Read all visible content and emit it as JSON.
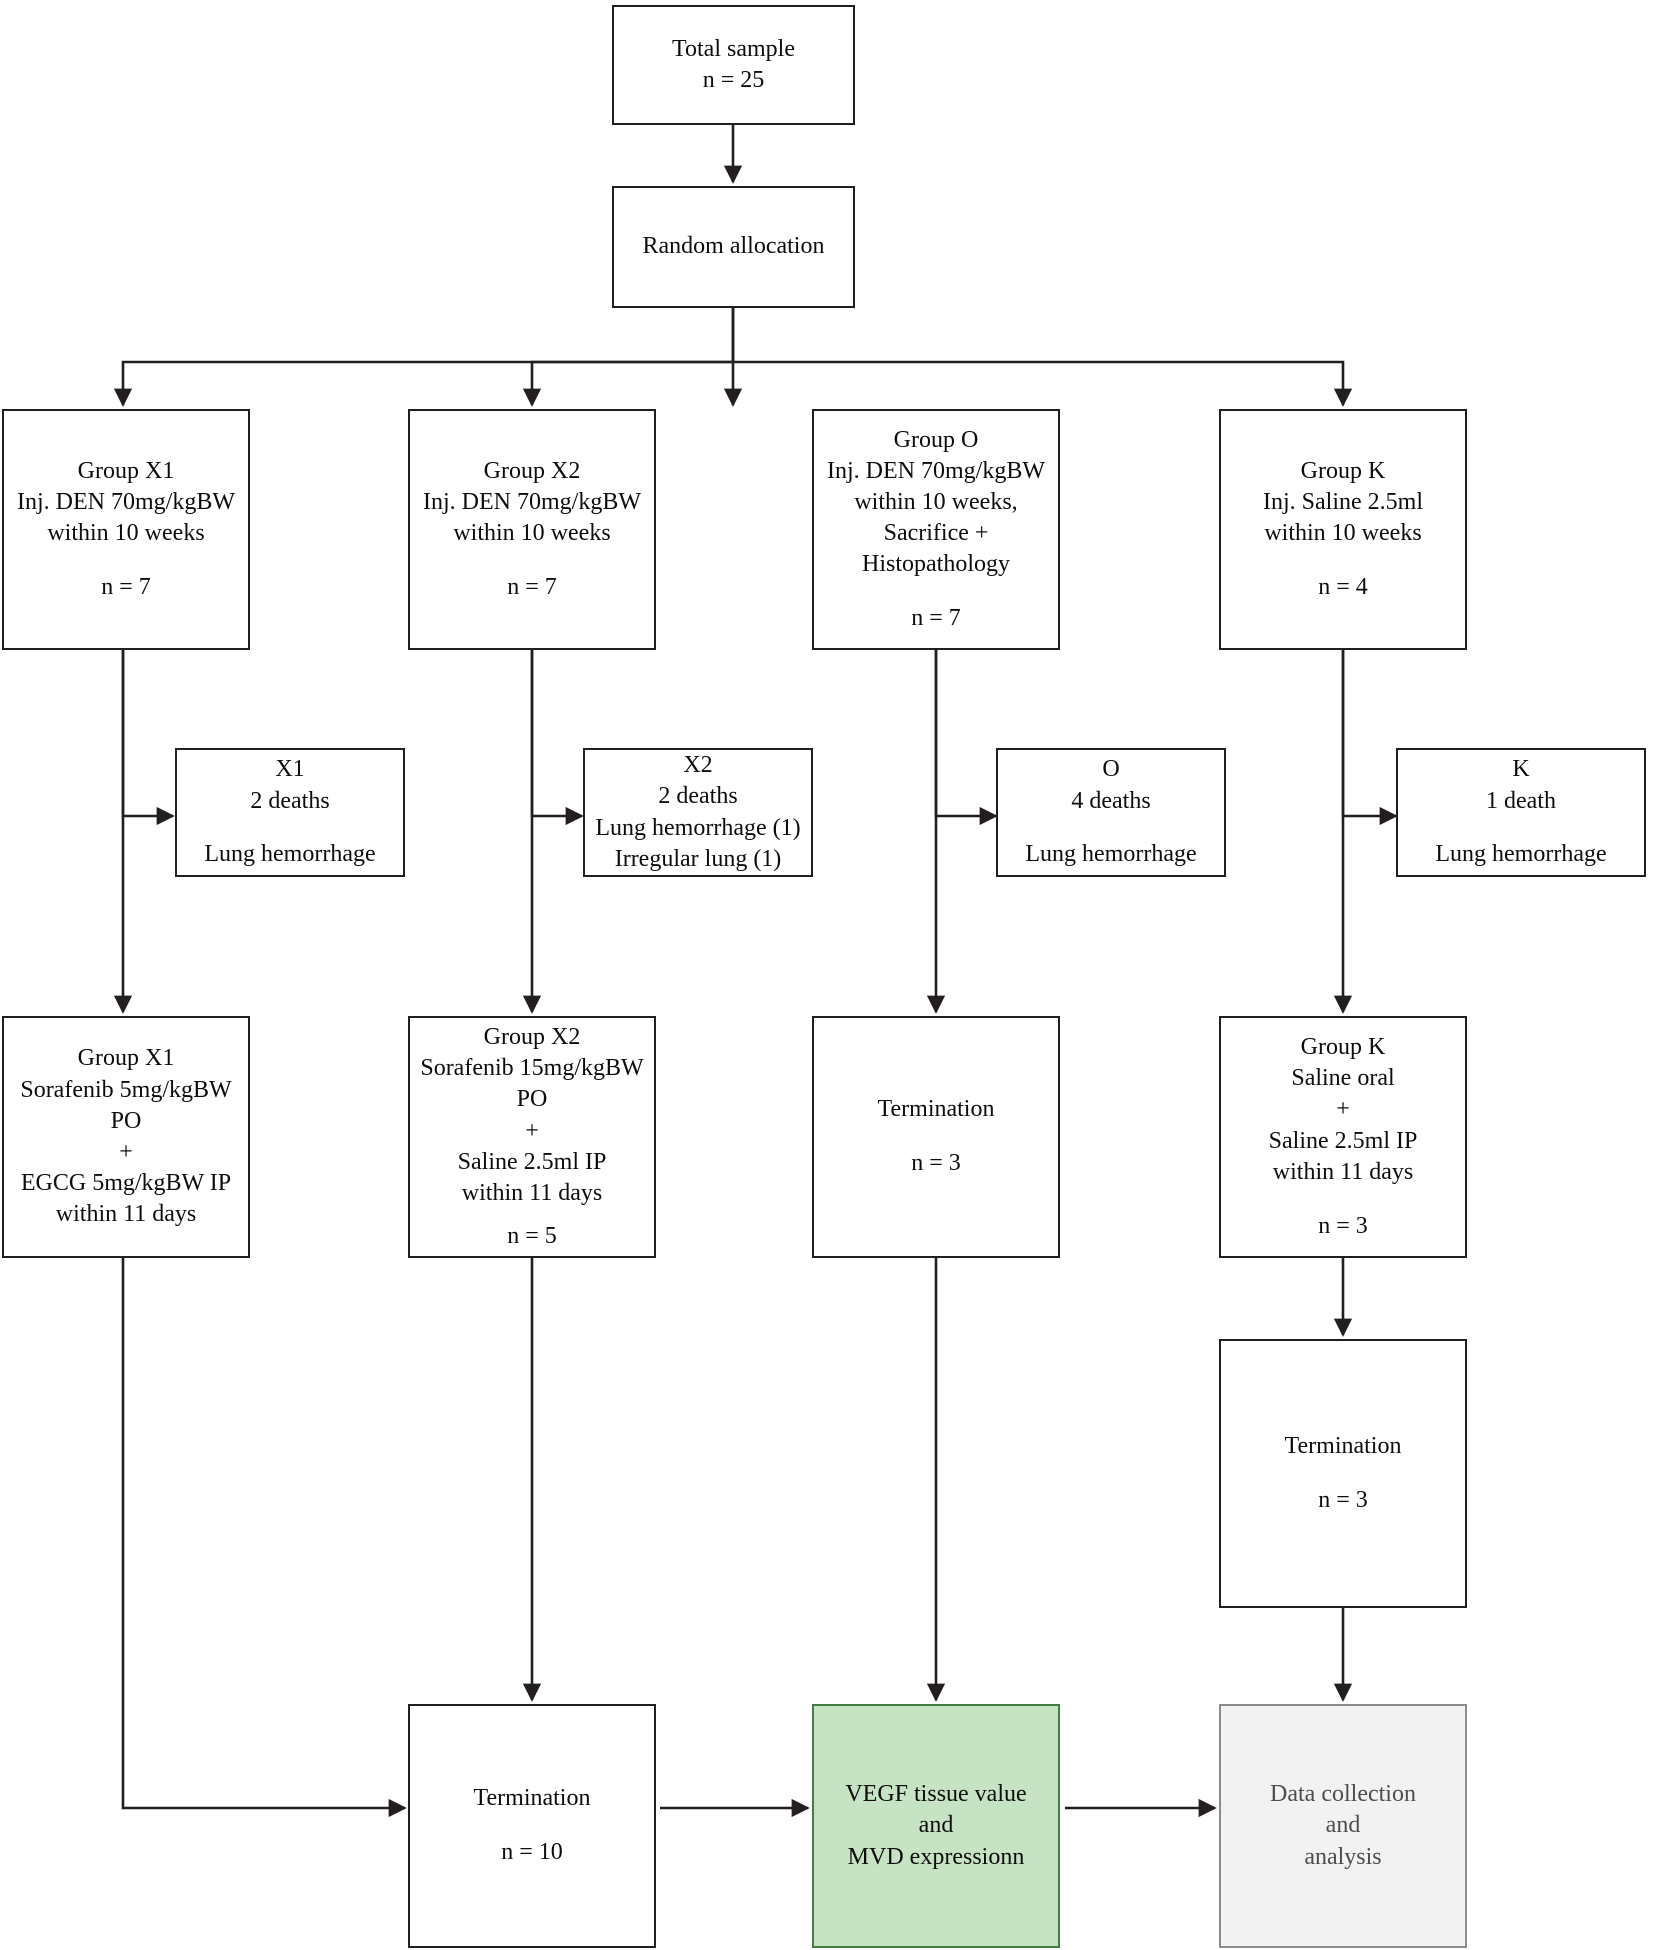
{
  "diagram": {
    "title": "Experimental animal study flow diagram",
    "colors": {
      "box_border": "#231f20",
      "box_fill": "#ffffff",
      "green_fill": "#c6e3c3",
      "green_border": "#3f7f43",
      "grey_fill": "#f2f2f2",
      "grey_border": "#8c8c8c",
      "text": "#0d0d0d"
    },
    "nodes": {
      "total_sample": {
        "lines": [
          "Total sample",
          "n = 25"
        ]
      },
      "random_allocation": {
        "lines": [
          "Random allocation"
        ]
      },
      "group_x1_alloc": {
        "lines": [
          "Group X1",
          "Inj. DEN 70mg/kgBW",
          "within 10 weeks",
          "",
          "n = 7"
        ]
      },
      "group_x2_alloc": {
        "lines": [
          "Group X2",
          "Inj. DEN 70mg/kgBW",
          "within 10 weeks",
          "",
          "n = 7"
        ]
      },
      "group_o_alloc": {
        "lines": [
          "Group O",
          "Inj. DEN 70mg/kgBW",
          "within 10 weeks,",
          "Sacrifice +",
          "Histopathology",
          "",
          "n = 7"
        ]
      },
      "group_k_alloc": {
        "lines": [
          "Group K",
          "Inj. Saline 2.5ml",
          "within 10 weeks",
          "",
          "n = 4"
        ]
      },
      "deaths_x1": {
        "lines": [
          "X1",
          "2 deaths",
          "",
          "Lung hemorrhage"
        ]
      },
      "deaths_x2": {
        "lines": [
          "X2",
          "2 deaths",
          "Lung hemorrhage (1)",
          "Irregular lung (1)"
        ]
      },
      "deaths_o": {
        "lines": [
          "O",
          "4 deaths",
          "",
          "Lung hemorrhage"
        ]
      },
      "deaths_k": {
        "lines": [
          "K",
          "1 death",
          "",
          "Lung hemorrhage"
        ]
      },
      "group_x1_treat": {
        "lines": [
          "Group X1",
          "Sorafenib 5mg/kgBW",
          "PO",
          "+",
          "EGCG 5mg/kgBW IP",
          "within 11 days"
        ]
      },
      "group_x2_treat": {
        "lines": [
          "Group X2",
          "Sorafenib 15mg/kgBW",
          "PO",
          "+",
          "Saline 2.5ml IP",
          "within 11 days",
          "",
          "n = 5"
        ]
      },
      "termination_o": {
        "lines": [
          "Termination",
          "",
          "n = 3"
        ]
      },
      "group_k_treat": {
        "lines": [
          "Group K",
          "Saline oral",
          "+",
          "Saline 2.5ml IP",
          "within 11 days",
          "",
          "n = 3"
        ]
      },
      "termination_k": {
        "lines": [
          "Termination",
          "",
          "n = 3"
        ]
      },
      "termination_main": {
        "lines": [
          "Termination",
          "",
          "n = 10"
        ]
      },
      "vegf_mvd": {
        "lines": [
          "VEGF tissue value",
          "and",
          "MVD expressionn"
        ]
      },
      "data_collection": {
        "lines": [
          "Data collection",
          "and",
          "analysis"
        ]
      }
    },
    "edges": [
      {
        "from": "total_sample",
        "to": "random_allocation"
      },
      {
        "from": "random_allocation",
        "to": "group_x1_alloc"
      },
      {
        "from": "random_allocation",
        "to": "group_x2_alloc"
      },
      {
        "from": "random_allocation",
        "to": "group_o_alloc"
      },
      {
        "from": "random_allocation",
        "to": "group_k_alloc"
      },
      {
        "from": "group_x1_alloc",
        "to": "deaths_x1"
      },
      {
        "from": "group_x2_alloc",
        "to": "deaths_x2"
      },
      {
        "from": "group_o_alloc",
        "to": "deaths_o"
      },
      {
        "from": "group_k_alloc",
        "to": "deaths_k"
      },
      {
        "from": "group_x1_alloc",
        "to": "group_x1_treat"
      },
      {
        "from": "group_x2_alloc",
        "to": "group_x2_treat"
      },
      {
        "from": "group_o_alloc",
        "to": "termination_o"
      },
      {
        "from": "group_k_alloc",
        "to": "group_k_treat"
      },
      {
        "from": "group_k_treat",
        "to": "termination_k"
      },
      {
        "from": "group_x1_treat",
        "to": "termination_main"
      },
      {
        "from": "group_x2_treat",
        "to": "termination_main"
      },
      {
        "from": "termination_main",
        "to": "vegf_mvd"
      },
      {
        "from": "termination_o",
        "to": "vegf_mvd"
      },
      {
        "from": "termination_k",
        "to": "data_collection"
      },
      {
        "from": "vegf_mvd",
        "to": "data_collection"
      }
    ]
  }
}
